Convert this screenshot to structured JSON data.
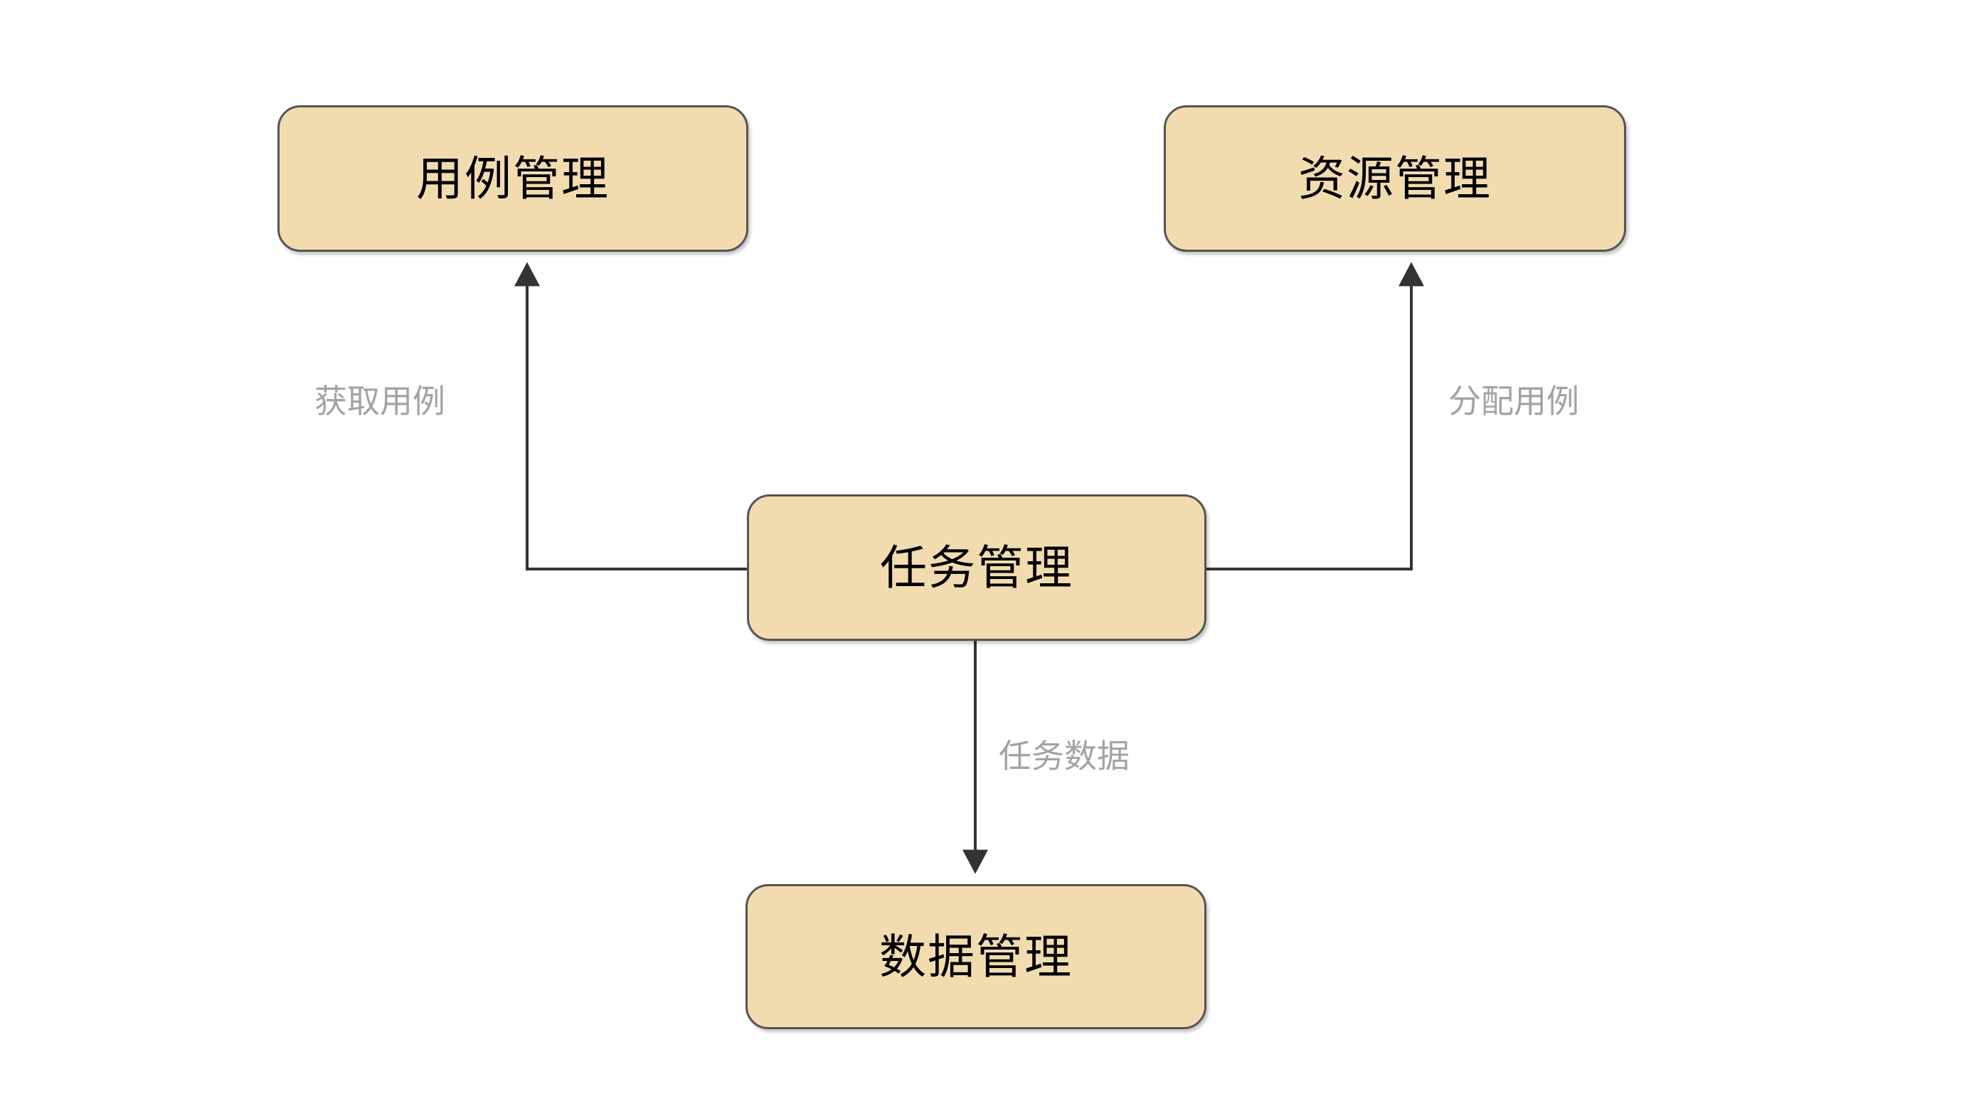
{
  "diagram": {
    "type": "flow-diagram",
    "background_color": "#FFFFFF",
    "node_fill_color": "#F2DCAF",
    "node_border_color": "#555555",
    "edge_color": "#333333",
    "edge_label_color": "#A3A3A3",
    "node_text_color": "#000000",
    "nodes": [
      {
        "id": "usecase",
        "label": "用例管理"
      },
      {
        "id": "resource",
        "label": "资源管理"
      },
      {
        "id": "task",
        "label": "任务管理"
      },
      {
        "id": "data",
        "label": "数据管理"
      }
    ],
    "edges": [
      {
        "id": "task-to-usecase",
        "from": "任务管理",
        "to": "用例管理",
        "label": "获取用例",
        "direction": "up-left"
      },
      {
        "id": "task-to-resource",
        "from": "任务管理",
        "to": "资源管理",
        "label": "分配用例",
        "direction": "up-right"
      },
      {
        "id": "task-to-data",
        "from": "任务管理",
        "to": "数据管理",
        "label": "任务数据",
        "direction": "down"
      }
    ]
  }
}
